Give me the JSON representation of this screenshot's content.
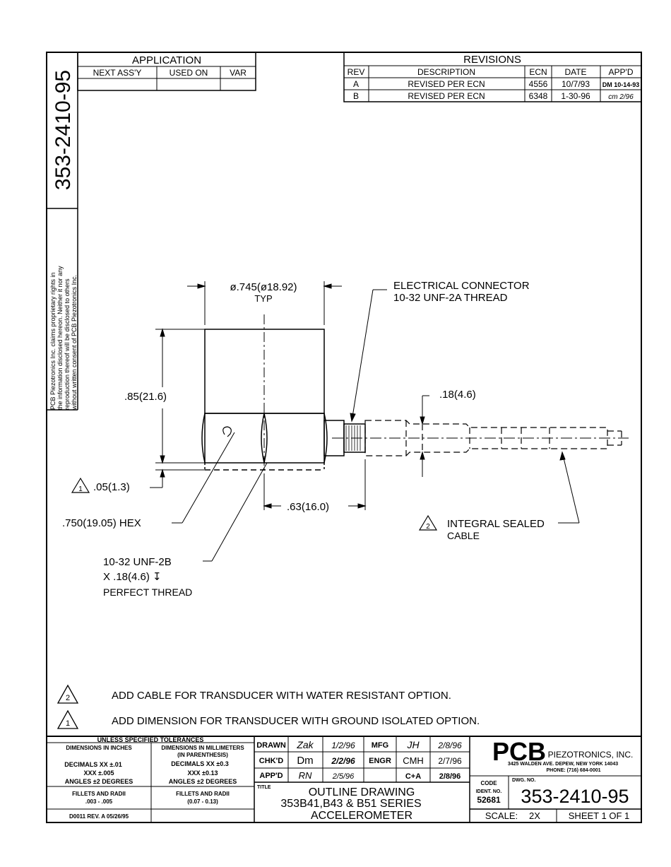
{
  "side_block": {
    "vertical_dwg_no": "353-2410-95",
    "proprietary_notice": [
      "PCB Piezotronics Inc. claims proprietary rights in",
      "the information disclosed hereon. Neither it nor any",
      "reproduction thereof will be disclosed to others",
      "without written consent of PCB Piezotronics Inc."
    ]
  },
  "application": {
    "title": "APPLICATION",
    "headers": [
      "NEXT ASS'Y",
      "USED ON",
      "VAR"
    ]
  },
  "revisions": {
    "title": "REVISIONS",
    "headers": [
      "REV",
      "DESCRIPTION",
      "ECN",
      "DATE",
      "APP'D"
    ],
    "rows": [
      {
        "rev": "A",
        "description": "REVISED PER ECN",
        "ecn": "4556",
        "date": "10/7/93",
        "appd": "DM 10-14-93"
      },
      {
        "rev": "B",
        "description": "REVISED PER ECN",
        "ecn": "6348",
        "date": "1-30-96",
        "appd": "cm 2/96"
      }
    ]
  },
  "drawing": {
    "dia_label": "ø.745(ø18.92)",
    "dia_sub": "TYP",
    "connector_line1": "ELECTRICAL CONNECTOR",
    "connector_line2": "10-32 UNF-2A THREAD",
    "height_label": ".85(21.6)",
    "cable_dim_label": ".18(4.6)",
    "base_label": ".05(1.3)",
    "note1_num": "1",
    "note2_num": "2",
    "hex_label": ".750(19.05) HEX",
    "length_label": ".63(16.0)",
    "integral_line1": "INTEGRAL SEALED",
    "integral_line2": "CABLE",
    "thread_line1": "10-32 UNF-2B",
    "thread_line2": "X .18(4.6) ↧",
    "thread_line3": "PERFECT THREAD"
  },
  "notes": [
    {
      "num": "2",
      "text": "ADD CABLE FOR TRANSDUCER WITH WATER RESISTANT OPTION."
    },
    {
      "num": "1",
      "text": "ADD DIMENSION FOR TRANSDUCER WITH GROUND ISOLATED OPTION."
    }
  ],
  "title_block": {
    "tol_title": "UNLESS SPECIFIED TOLERANCES",
    "tol_in_header": "DIMENSIONS IN INCHES",
    "tol_mm_header1": "DIMENSIONS IN MILLIMETERS",
    "tol_mm_header2": "(IN PARENTHESIS)",
    "tol_in_dec": "DECIMALS  XX ±.01",
    "tol_in_dec2": "XXX ±.005",
    "tol_in_ang": "ANGLES ±2 DEGREES",
    "tol_mm_dec": "DECIMALS  XX ±0.3",
    "tol_mm_dec2": "XXX ±0.13",
    "tol_mm_ang": "ANGLES ±2 DEGREES",
    "fillets_in1": "FILLETS AND RADII",
    "fillets_in2": ".003 - .005",
    "fillets_mm1": "FILLETS AND RADII",
    "fillets_mm2": "(0.07 - 0.13)",
    "form_rev": "D0011 REV. A 05/26/95",
    "drawn_label": "DRAWN",
    "drawn_sig": "Zak",
    "drawn_date": "1/2/96",
    "mfg_label": "MFG",
    "mfg_sig": "JH",
    "mfg_date": "2/8/96",
    "chkd_label": "CHK'D",
    "chkd_sig": "Dm",
    "chkd_date": "2/2/96",
    "engr_label": "ENGR",
    "engr_sig": "CMH",
    "engr_date": "2/7/96",
    "appd_label": "APP'D",
    "appd_sig": "RN",
    "appd_date": "2/5/96",
    "qa_sig": "C+A",
    "qa_date": "2/8/96",
    "title_label": "TITLE",
    "title1": "OUTLINE DRAWING",
    "title2": "353B41,B43 & B51 SERIES",
    "title3": "ACCELEROMETER",
    "logo": "PCB",
    "company": "PIEZOTRONICS, INC.",
    "address": "3425 WALDEN AVE. DEPEW, NEW YORK 14043",
    "phone": "PHONE: (716) 684-0001",
    "code_label1": "CODE",
    "code_label2": "IDENT. NO.",
    "code_value": "52681",
    "dwg_label": "DWG. NO.",
    "dwg_no": "353-2410-95",
    "scale_label": "SCALE:",
    "scale_value": "2X",
    "sheet": "SHEET 1 OF 1"
  }
}
